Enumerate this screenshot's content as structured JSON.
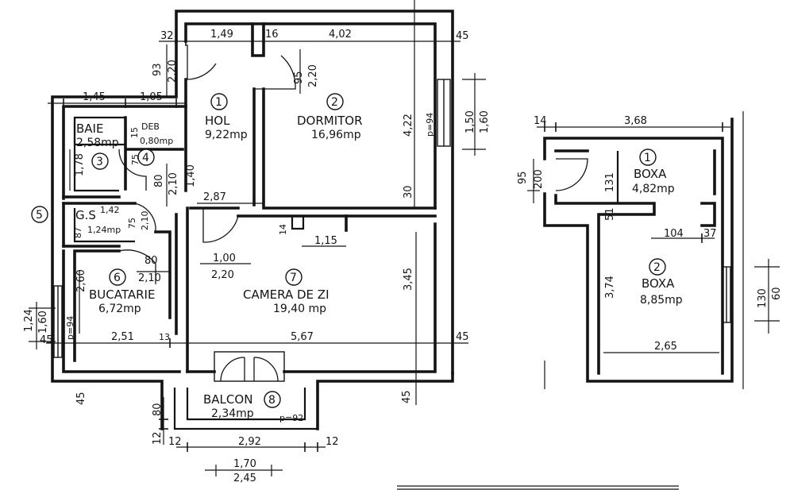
{
  "rooms": [
    {
      "num": "1",
      "name": "HOL",
      "area": "9,22mp"
    },
    {
      "num": "2",
      "name": "DORMITOR",
      "area": "16,96mp"
    },
    {
      "num": "3",
      "name": "BAIE",
      "area": "2,58mp"
    },
    {
      "num": "4",
      "name": "DEB",
      "area": "0,80mp"
    },
    {
      "num": "5",
      "name": "G.S",
      "area": "1,24mp"
    },
    {
      "num": "6",
      "name": "BUCATARIE",
      "area": "6,72mp"
    },
    {
      "num": "7",
      "name": "CAMERA DE ZI",
      "area": "19,40 mp"
    },
    {
      "num": "8",
      "name": "BALCON",
      "area": "2,34mp"
    }
  ],
  "annex_rooms": [
    {
      "num": "1",
      "name": "BOXA",
      "area": "4,82mp"
    },
    {
      "num": "2",
      "name": "BOXA",
      "area": "8,85mp"
    }
  ],
  "dims": {
    "d32": "32",
    "d149": "1,49",
    "d16": "16",
    "d402": "4,02",
    "d45a": "45",
    "d93": "93",
    "d220a": "2,20",
    "d95": "95",
    "d220b": "2,20",
    "d145": "1,45",
    "d105": "1,05",
    "d150": "1,50",
    "d160a": "1,60",
    "p94a": "p=94",
    "d422": "4,22",
    "d30": "30",
    "d178": "1,78",
    "d15": "15",
    "d75a": "75",
    "d80a": "80",
    "d210a": "2,10",
    "d140": "1,40",
    "d287": "2,87",
    "d142": "1,42",
    "d87": "87",
    "d75b": "75",
    "d210b": "2,10",
    "d14a": "14",
    "d115": "1,15",
    "d80b": "80",
    "d210c": "2,10",
    "d100": "1,00",
    "d220c": "2,20",
    "d260": "2,60",
    "d345": "3,45",
    "d124": "1,24",
    "d160b": "1,60",
    "p94b": "p=94",
    "d45b": "45",
    "d251": "2,51",
    "d13": "13",
    "d567": "5,67",
    "d45c": "45",
    "d45d": "45",
    "d45e": "45",
    "d80c": "80",
    "d12a": "12",
    "p92": "p=92",
    "d12b": "12",
    "d292": "2,92",
    "d12c": "12",
    "d170": "1,70",
    "d245": "2,45",
    "d14b": "14",
    "d368": "3,68",
    "d95b": "95",
    "d200": "200",
    "d131": "131",
    "d51": "51",
    "d104": "104",
    "d37": "37",
    "d374": "3,74",
    "d130": "130",
    "d60": "60",
    "d265": "2,65"
  }
}
